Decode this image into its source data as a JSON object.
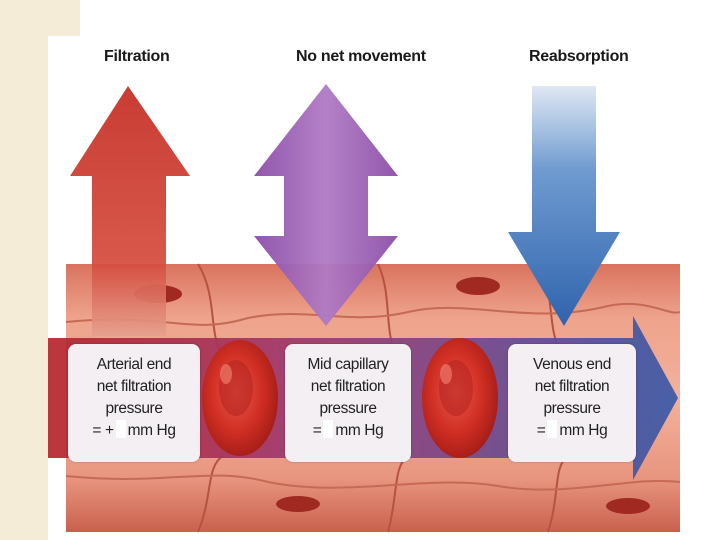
{
  "top_labels": {
    "filtration": "Filtration",
    "no_net": "No net movement",
    "reabsorption": "Reabsorption"
  },
  "boxes": {
    "arterial": {
      "line1": "Arterial end",
      "line2": "net filtration pressure",
      "prefix": "= +",
      "suffix": "mm Hg"
    },
    "mid": {
      "line1": "Mid capillary",
      "line2": "net filtration pressure",
      "prefix": "=",
      "suffix": "mm Hg"
    },
    "venous": {
      "line1": "Venous end",
      "line2": "net filtration pressure",
      "prefix": "=",
      "suffix": "mm Hg"
    }
  },
  "colors": {
    "filtration_arrow": "#c8332a",
    "no_net_arrow": "#9b5fb3",
    "reabsorption_arrow": "#3d6fb4",
    "vessel": "#e6927a",
    "red_blood_cell": "#cc2a22"
  }
}
